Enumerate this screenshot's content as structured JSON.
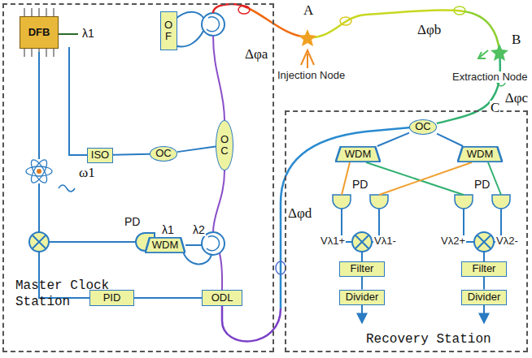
{
  "diagram": {
    "nodes": [
      {
        "text": [
          "Master Clock Station"
        ]
      },
      {
        "text": [
          "DFB"
        ],
        "in": 0
      },
      {
        "text": [
          "OF"
        ],
        "in": 0
      },
      {
        "text": [
          "ISO"
        ],
        "in": 0
      },
      {
        "text": [
          "OC"
        ],
        "in": 0
      },
      {
        "text": [
          "OC"
        ],
        "in": 0
      },
      {
        "text": [
          "WDM"
        ],
        "in": 0
      },
      {
        "text": [
          "PID"
        ],
        "in": 0
      },
      {
        "text": [
          "ODL"
        ],
        "in": 0
      },
      {
        "text": [
          "Recovery Station"
        ]
      },
      {
        "text": [
          "OC"
        ],
        "in": 9
      },
      {
        "text": [
          "WDM"
        ],
        "in": 9
      },
      {
        "text": [
          "WDM"
        ],
        "in": 9
      },
      {
        "text": [
          "Filter"
        ],
        "in": 9
      },
      {
        "text": [
          "Filter"
        ],
        "in": 9
      },
      {
        "text": [
          "Divider"
        ],
        "in": 9
      },
      {
        "text": [
          "Divider"
        ],
        "in": 9
      }
    ],
    "edges": [
      {
        "from": 3,
        "to": 4,
        "arrow": "none"
      },
      {
        "from": 4,
        "to": 5,
        "arrow": "none"
      },
      {
        "from": 7,
        "to": 8,
        "arrow": "none"
      },
      {
        "from": 10,
        "to": 11,
        "arrow": "none"
      },
      {
        "from": 10,
        "to": 12,
        "arrow": "none"
      },
      {
        "from": 13,
        "to": 15,
        "arrow": "none"
      },
      {
        "from": 14,
        "to": 16,
        "arrow": "none"
      }
    ],
    "labels": [
      "λ1",
      "ω1",
      "PD",
      "λ1",
      "λ2",
      "Δφa",
      "A",
      "Injection Node",
      "Δφb",
      "B",
      "Extraction Node",
      "Δφc",
      "C",
      "PD",
      "PD",
      "Vλ1+",
      "Vλ1-",
      "Vλ2+",
      "Vλ2-",
      "Δφd"
    ]
  }
}
